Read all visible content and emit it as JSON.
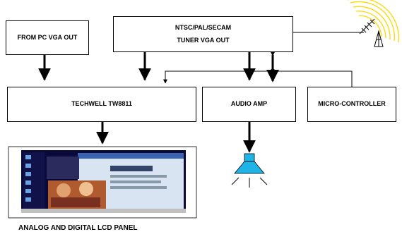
{
  "blocks": {
    "pc_vga": "FROM PC VGA OUT",
    "tuner_line1": "NTSC/PAL/SECAM",
    "tuner_line2": "TUNER VGA OUT",
    "techwell": "TECHWELL TW8811",
    "audio_amp": "AUDIO AMP",
    "micro_controller": "MICRO-CONTROLLER"
  },
  "caption": "ANALOG AND DIGITAL LCD PANEL",
  "colors": {
    "line": "#000000",
    "speaker": "#1fb3e6",
    "antenna_waves": "#ffd700"
  },
  "icons": [
    "antenna-icon",
    "speaker-icon",
    "lcd-panel-image"
  ]
}
